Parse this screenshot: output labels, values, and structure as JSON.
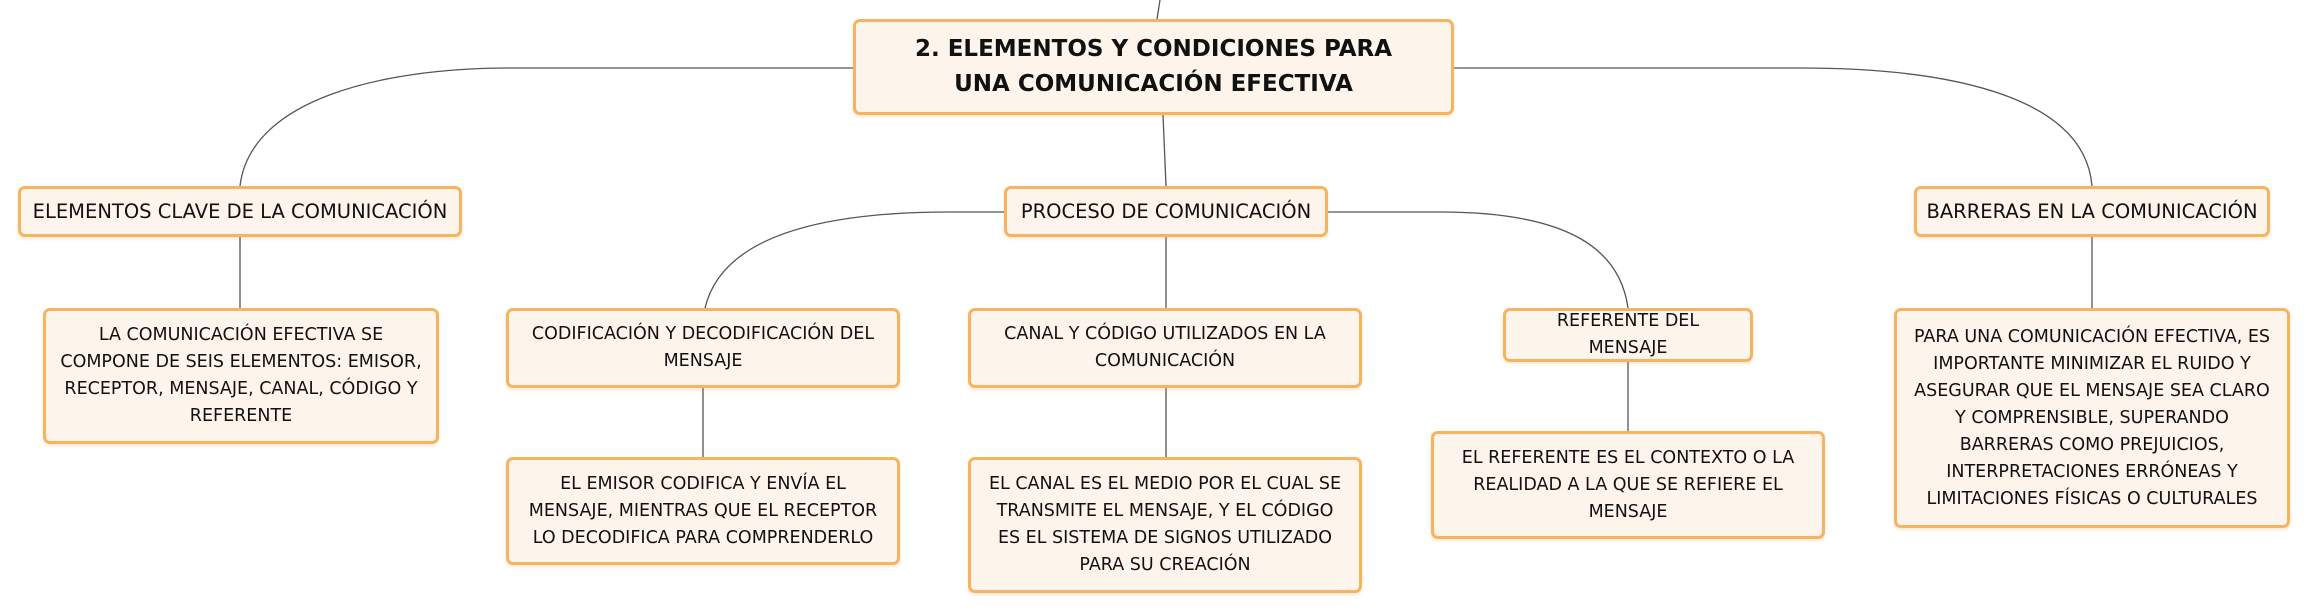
{
  "colors": {
    "node_fill": "#fdf4ec",
    "node_border": "#f5b460",
    "connector": "#555555"
  },
  "mindmap": {
    "title": "2. ELEMENTOS Y CONDICIONES PARA UNA COMUNICACIÓN EFECTIVA",
    "branches": {
      "elementos_clave": {
        "label": "ELEMENTOS CLAVE DE LA COMUNICACIÓN",
        "detail": "LA COMUNICACIÓN EFECTIVA SE COMPONE DE SEIS ELEMENTOS: EMISOR, RECEPTOR, MENSAJE, CANAL, CÓDIGO Y REFERENTE"
      },
      "proceso": {
        "label": "PROCESO DE COMUNICACIÓN",
        "children": {
          "codificacion": {
            "label": "CODIFICACIÓN Y DECODIFICACIÓN DEL MENSAJE",
            "detail": "EL EMISOR CODIFICA Y ENVÍA EL MENSAJE, MIENTRAS QUE EL RECEPTOR LO DECODIFICA PARA COMPRENDERLO"
          },
          "canal": {
            "label": "CANAL Y CÓDIGO UTILIZADOS EN LA COMUNICACIÓN",
            "detail": "EL CANAL ES EL MEDIO POR EL CUAL SE TRANSMITE EL MENSAJE, Y EL CÓDIGO ES EL SISTEMA DE SIGNOS UTILIZADO PARA SU CREACIÓN"
          },
          "referente": {
            "label": "REFERENTE DEL MENSAJE",
            "detail": "EL REFERENTE ES EL CONTEXTO O LA REALIDAD A LA QUE SE REFIERE EL MENSAJE"
          }
        }
      },
      "barreras": {
        "label": "BARRERAS EN LA COMUNICACIÓN",
        "detail": "PARA UNA COMUNICACIÓN EFECTIVA, ES IMPORTANTE MINIMIZAR EL RUIDO Y ASEGURAR QUE EL MENSAJE SEA CLARO Y COMPRENSIBLE, SUPERANDO BARRERAS COMO PREJUICIOS, INTERPRETACIONES ERRÓNEAS Y LIMITACIONES FÍSICAS O CULTURALES"
      }
    }
  }
}
